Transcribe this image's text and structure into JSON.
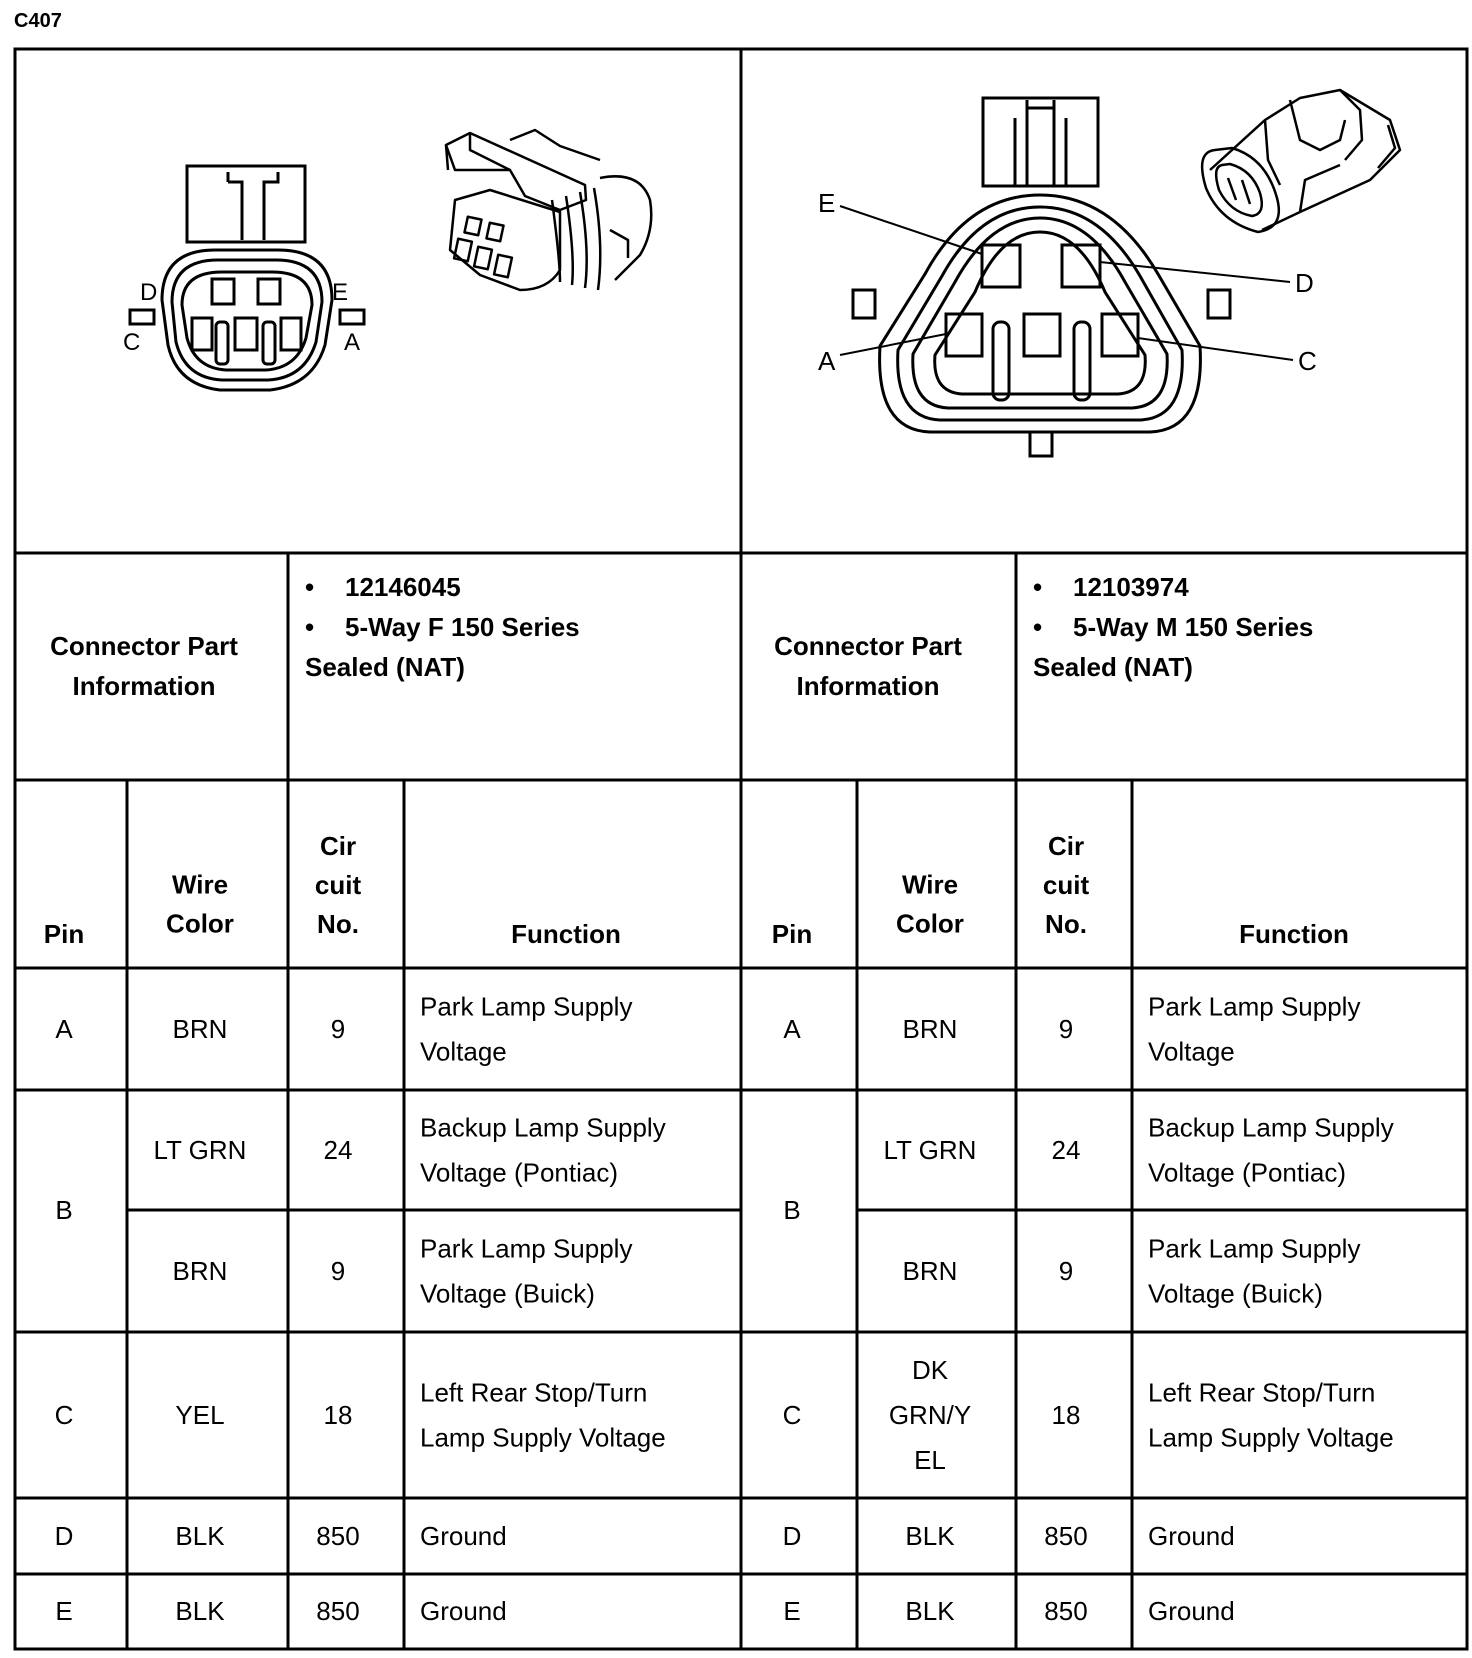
{
  "title": "C407",
  "pin_labels_left": [
    "D",
    "E",
    "C",
    "A"
  ],
  "pin_labels_right": [
    "E",
    "D",
    "A",
    "C"
  ],
  "part_info_header": [
    "Connector Part",
    "Information"
  ],
  "left_part": {
    "bullets": [
      "12146045",
      "5-Way F 150 Series"
    ],
    "continuation": "Sealed (NAT)"
  },
  "right_part": {
    "bullets": [
      "12103974",
      "5-Way M 150 Series"
    ],
    "continuation": "Sealed (NAT)"
  },
  "col_headers": {
    "pin": "Pin",
    "wire_color": [
      "Wire",
      "Color"
    ],
    "circuit": [
      "Cir",
      "cuit",
      "No."
    ],
    "function": "Function"
  },
  "left_table": {
    "A": {
      "pin": "A",
      "color": "BRN",
      "circuit": "9",
      "function": [
        "Park Lamp Supply",
        "Voltage"
      ]
    },
    "B1": {
      "pin": "B",
      "color": "LT GRN",
      "circuit": "24",
      "function": [
        "Backup Lamp Supply",
        "Voltage (Pontiac)"
      ]
    },
    "B2": {
      "color": "BRN",
      "circuit": "9",
      "function": [
        "Park Lamp Supply",
        "Voltage (Buick)"
      ]
    },
    "C": {
      "pin": "C",
      "color": "YEL",
      "circuit": "18",
      "function": [
        "Left Rear Stop/Turn",
        "Lamp Supply Voltage"
      ]
    },
    "D": {
      "pin": "D",
      "color": "BLK",
      "circuit": "850",
      "function": [
        "Ground"
      ]
    },
    "E": {
      "pin": "E",
      "color": "BLK",
      "circuit": "850",
      "function": [
        "Ground"
      ]
    }
  },
  "right_table": {
    "A": {
      "pin": "A",
      "color": "BRN",
      "circuit": "9",
      "function": [
        "Park Lamp Supply",
        "Voltage"
      ]
    },
    "B1": {
      "pin": "B",
      "color": "LT GRN",
      "circuit": "24",
      "function": [
        "Backup Lamp Supply",
        "Voltage (Pontiac)"
      ]
    },
    "B2": {
      "color": "BRN",
      "circuit": "9",
      "function": [
        "Park Lamp Supply",
        "Voltage (Buick)"
      ]
    },
    "C": {
      "pin": "C",
      "color": [
        "DK",
        "GRN/Y",
        "EL"
      ],
      "circuit": "18",
      "function": [
        "Left Rear Stop/Turn",
        "Lamp Supply Voltage"
      ]
    },
    "D": {
      "pin": "D",
      "color": "BLK",
      "circuit": "850",
      "function": [
        "Ground"
      ]
    },
    "E": {
      "pin": "E",
      "color": "BLK",
      "circuit": "850",
      "function": [
        "Ground"
      ]
    }
  }
}
